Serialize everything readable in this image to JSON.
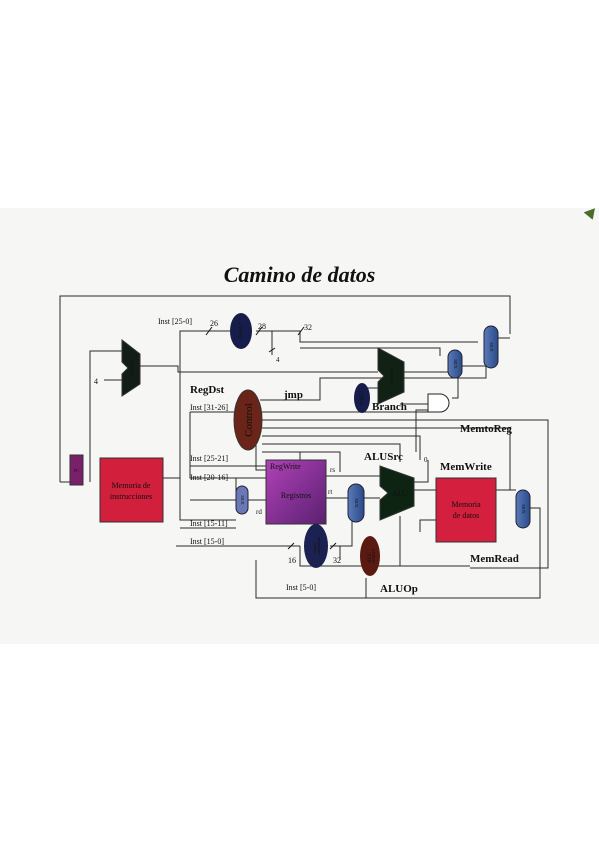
{
  "title": "Camino de datos",
  "blocks": {
    "pc": "PC",
    "instr_mem": [
      "Memoria de",
      "instrucciones"
    ],
    "adder_top": "Sumador",
    "adder_mid": "Sumador",
    "shift_top": "Despl 2",
    "shift_mid": "despl 2",
    "control": "Control",
    "registers_write": "RegWrite",
    "registers": "Registros",
    "sign_ext": [
      "signo",
      "extendido"
    ],
    "alu": "ALU",
    "alu_control": [
      "ALU",
      "control"
    ],
    "data_mem": [
      "Memoria",
      "de datos"
    ],
    "mux": "MUX"
  },
  "signals": {
    "regdst": "RegDst",
    "jmp": "jmp",
    "branch": "Branch",
    "memtoreg": "MemtoReg",
    "memwrite": "MemWrite",
    "alusrc": "ALUSrc",
    "memread": "MemRead",
    "aluop": "ALUOp"
  },
  "buses": {
    "inst_25_0": "Inst [25-0]",
    "inst_31_26": "Inst [31-26]",
    "inst_25_21": "Inst [25-21]",
    "inst_20_16": "Inst [20-16]",
    "inst_15_11": "Inst [15-11]",
    "inst_15_0": "Inst [15-0]",
    "inst_5_0": "Inst [5-0]",
    "w26": "26",
    "w28": "28",
    "w32_top": "32",
    "w4_shift": "4",
    "four": "4",
    "w16": "16",
    "w32_ext": "32",
    "rs": "rs",
    "rt": "rt",
    "rd": "rd",
    "zero": "0"
  }
}
